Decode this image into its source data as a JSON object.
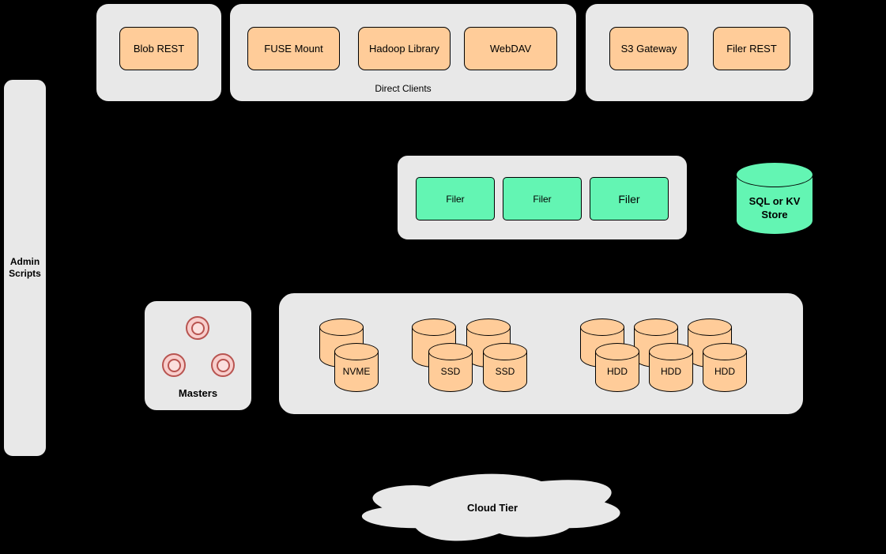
{
  "diagram": {
    "admin": {
      "label": "Admin Scripts"
    },
    "blob_group": {
      "buttons": [
        "Blob REST"
      ]
    },
    "direct_clients_group": {
      "label": "Direct Clients",
      "buttons": [
        "FUSE Mount",
        "Hadoop Library",
        "WebDAV"
      ]
    },
    "gateway_group": {
      "buttons": [
        "S3 Gateway",
        "Filer REST"
      ]
    },
    "filer_group": {
      "buttons": [
        "Filer",
        "Filer",
        "Filer"
      ]
    },
    "kv_store": {
      "label": "SQL or KV Store"
    },
    "masters_group": {
      "label": "Masters"
    },
    "volume_group": {
      "nvme_labels": [
        "NVME"
      ],
      "ssd_labels": [
        "SSD",
        "SSD"
      ],
      "hdd_labels": [
        "HDD",
        "HDD",
        "HDD"
      ]
    },
    "cloud": {
      "label": "Cloud Tier"
    },
    "colors": {
      "background": "#000000",
      "container_gray": "#e8e8e8",
      "node_orange": "#ffcc99",
      "node_green": "#63f5b3",
      "node_pink": "#f8cecc",
      "pink_border": "#b85450"
    }
  }
}
